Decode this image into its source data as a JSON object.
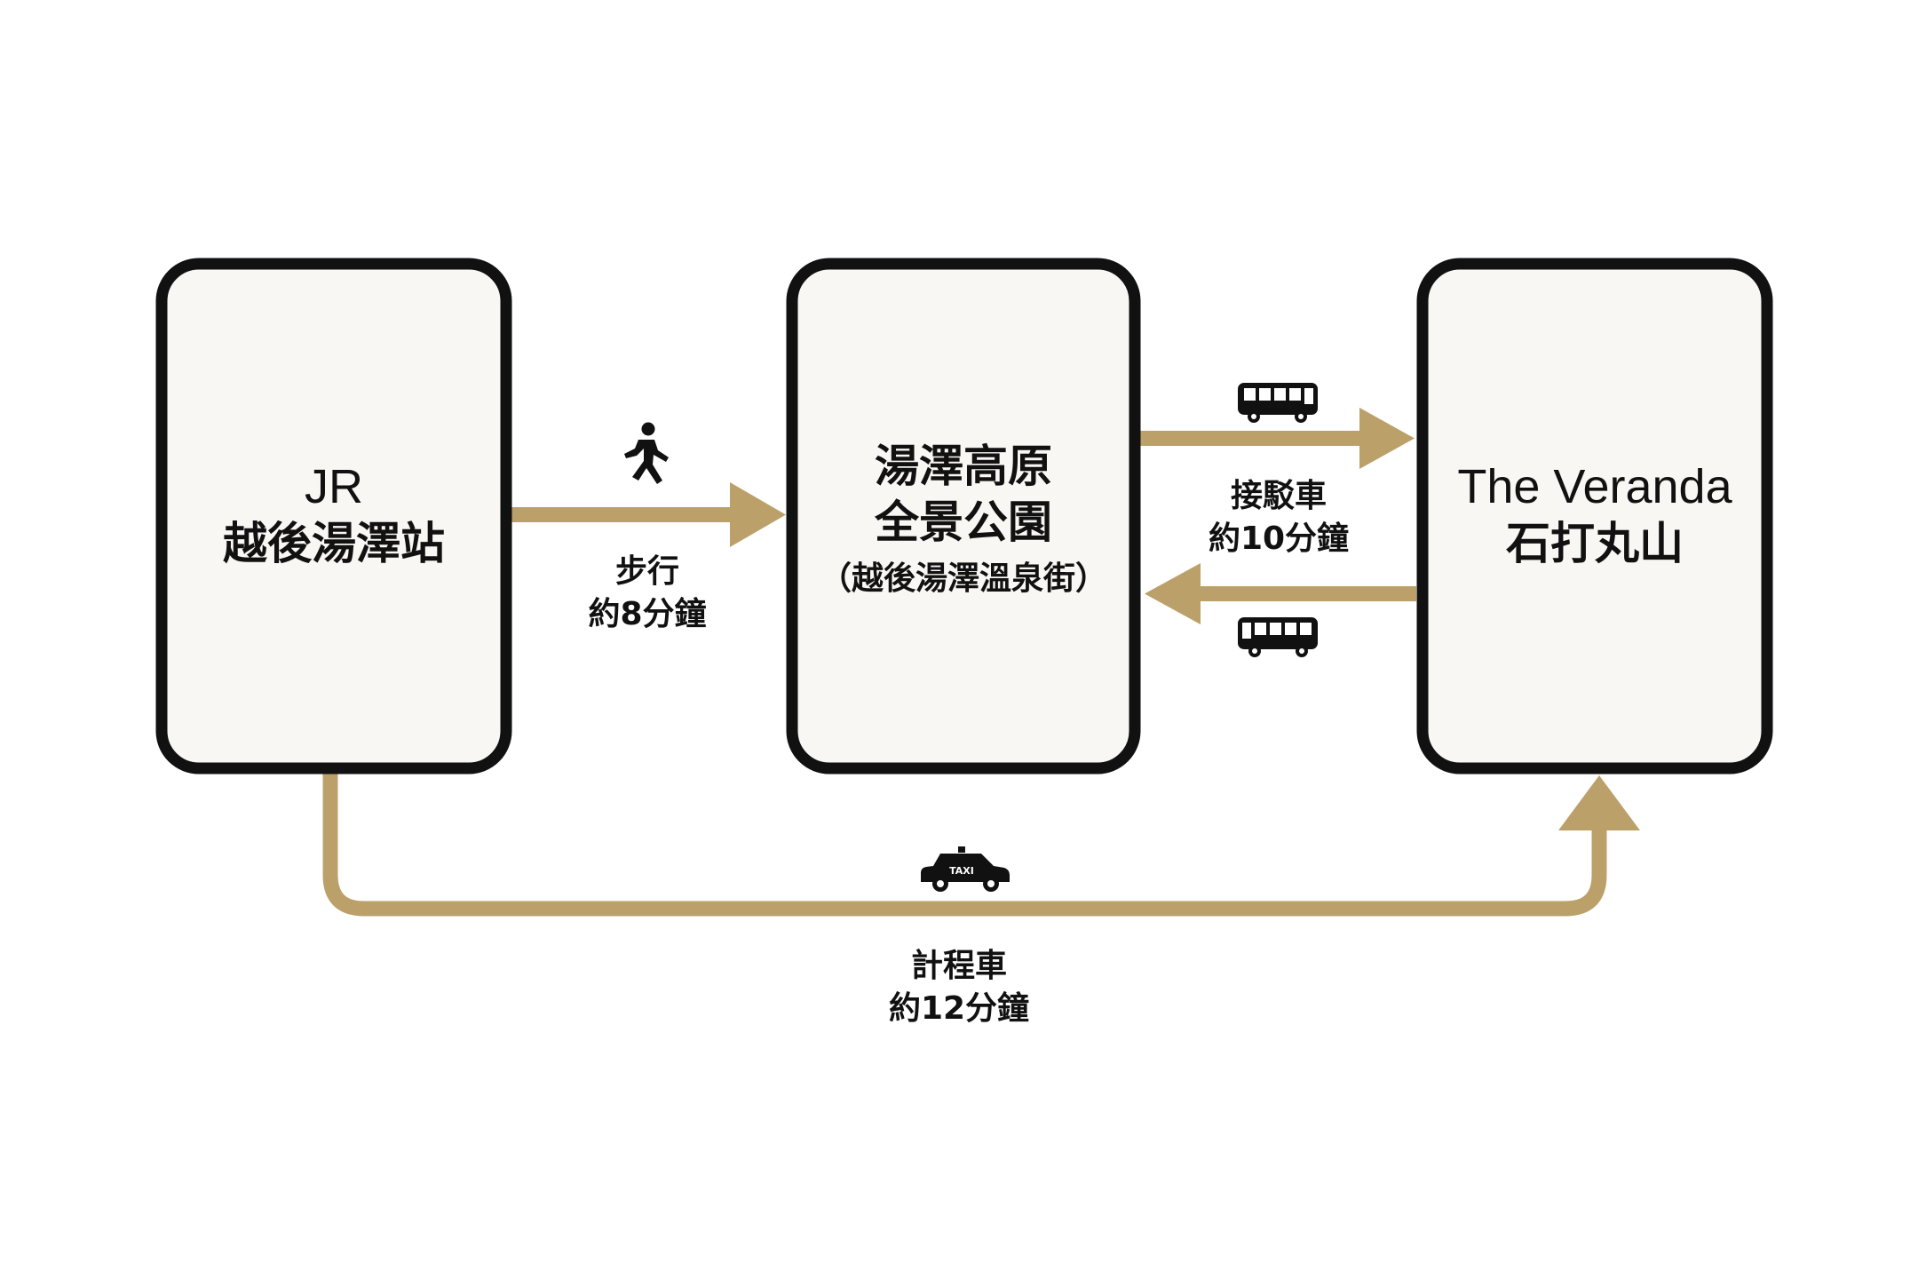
{
  "nodes": {
    "jr_station": {
      "line1": "JR",
      "line2": "越後湯澤站"
    },
    "panorama_park": {
      "line1": "湯澤高原",
      "line2": "全景公園",
      "line3": "（越後湯澤溫泉街）"
    },
    "veranda": {
      "line1": "The Veranda",
      "line2": "石打丸山"
    }
  },
  "routes": {
    "walk": {
      "icon": "walking-person-icon",
      "mode": "步行",
      "duration": "約8分鐘"
    },
    "shuttle": {
      "icon": "bus-icon",
      "mode": "接駁車",
      "duration": "約10分鐘"
    },
    "taxi": {
      "icon": "taxi-icon",
      "icon_text": "TAXI",
      "mode": "計程車",
      "duration": "約12分鐘"
    }
  },
  "colors": {
    "arrow": "#bba06a",
    "box_fill": "#f9f7f4",
    "box_stroke": "#111111"
  }
}
